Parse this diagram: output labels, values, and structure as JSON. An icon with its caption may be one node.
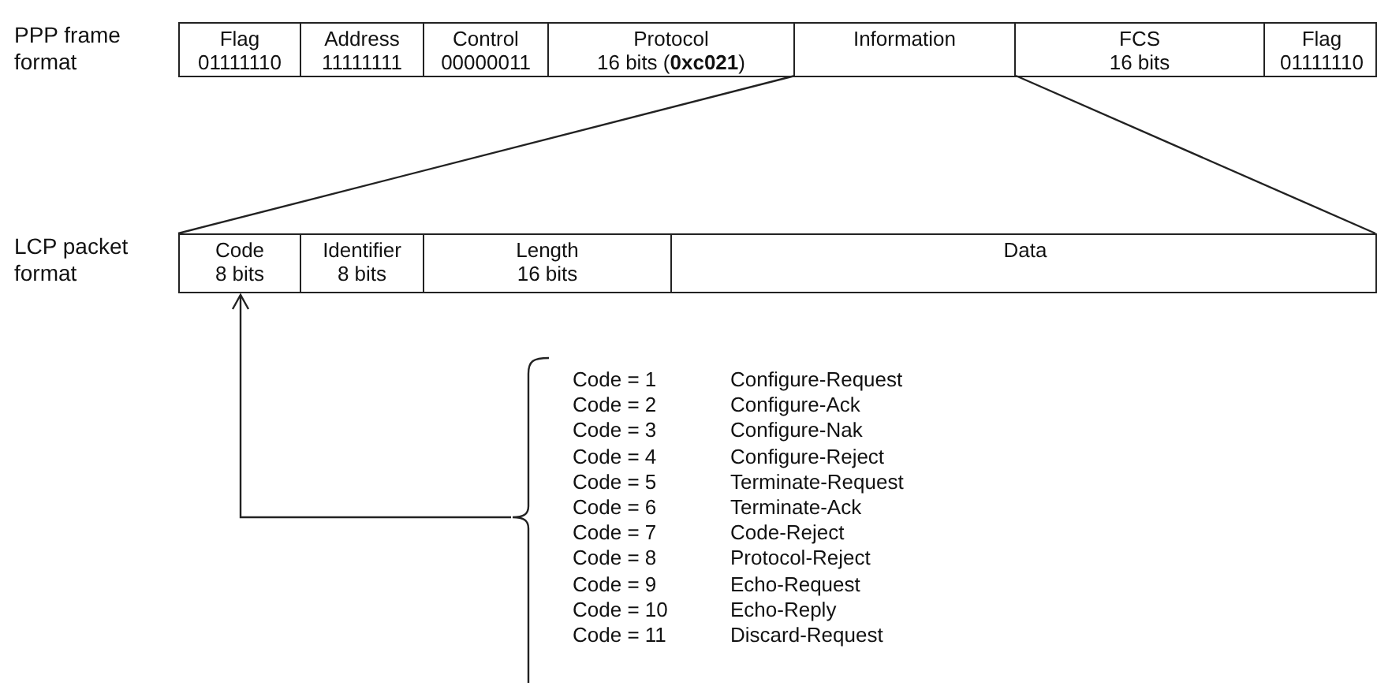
{
  "diagram": {
    "nodes": [
      {
        "text": [
          "PPP frame format"
        ]
      },
      {
        "text": [
          "Flag",
          "01111110"
        ],
        "in": 0
      },
      {
        "text": [
          "Address",
          "11111111"
        ],
        "in": 0
      },
      {
        "text": [
          "Control",
          "00000011"
        ],
        "in": 0
      },
      {
        "text": [
          "Protocol",
          "16 bits (**0xc021**)"
        ],
        "in": 0
      },
      {
        "text": [
          "Information"
        ],
        "in": 0
      },
      {
        "text": [
          "FCS",
          "16 bits"
        ],
        "in": 0
      },
      {
        "text": [
          "Flag",
          "01111110"
        ],
        "in": 0
      },
      {
        "text": [
          "LCP packet format"
        ]
      },
      {
        "text": [
          "Code",
          "8 bits"
        ],
        "in": 8
      },
      {
        "text": [
          "Identifier",
          "8 bits"
        ],
        "in": 8
      },
      {
        "text": [
          "Length",
          "16 bits"
        ],
        "in": 8
      },
      {
        "text": [
          "Data"
        ],
        "in": 8
      },
      {
        "text": [
          "Code = 1",
          "Configure-Request",
          "Code = 2",
          "Configure-Ack",
          "Code = 3",
          "Configure-Nak",
          "Code = 4",
          "Configure-Reject",
          "Code = 5",
          "Terminate-Request",
          "Code = 6",
          "Terminate-Ack",
          "Code = 7",
          "Code-Reject",
          "Code = 8",
          "Protocol-Reject",
          "Code = 9",
          "Echo-Request",
          "Code = 10",
          "Echo-Reply",
          "Code = 11",
          "Discard-Request"
        ]
      }
    ],
    "edges": [
      {
        "from": 5,
        "to": 8,
        "arrow": "none"
      },
      {
        "from": 5,
        "to": 8,
        "arrow": "none"
      },
      {
        "from": 13,
        "to": 9,
        "arrow": "to"
      }
    ]
  }
}
